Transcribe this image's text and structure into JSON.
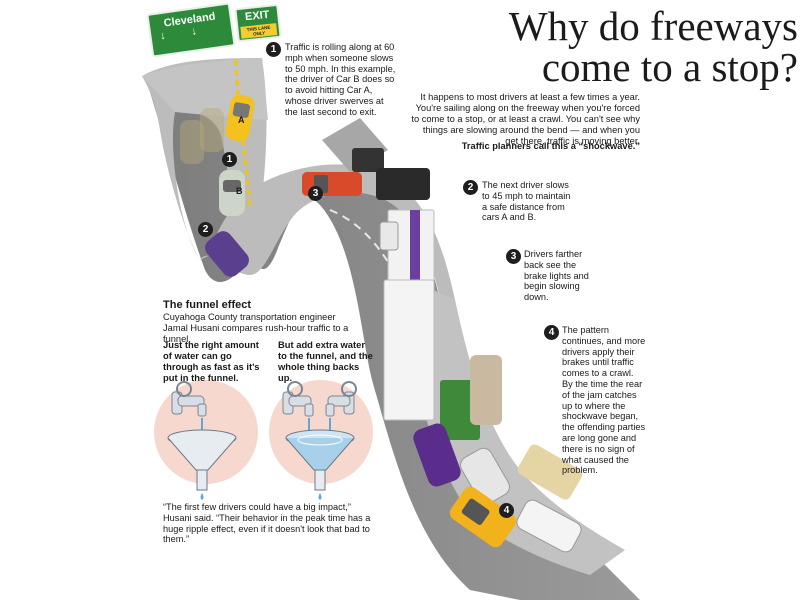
{
  "header": {
    "title": "Why do freeways\ncome to a stop?",
    "intro": "It happens to most drivers at least a few times a year. You're sailing along on the freeway when you're forced to come to a stop, or at least a crawl. You can't see why things are slowing around the bend — and when you get there, traffic is moving better.",
    "intro_bold": "Traffic planners call this a “shockwave.”"
  },
  "signs": {
    "cleveland": "Cleveland",
    "exit": "EXIT",
    "lane_only": "THIS LANE ONLY"
  },
  "steps": [
    {
      "number": "1",
      "text": "Traffic is rolling along at 60 mph when someone slows to 50 mph. In this example, the driver of Car B does so to avoid hitting Car A, whose driver swerves at the last second to exit."
    },
    {
      "number": "2",
      "text": "The next driver slows to 45 mph to maintain a safe distance from cars A and B."
    },
    {
      "number": "3",
      "text": "Drivers farther back see the brake lights and begin slowing down."
    },
    {
      "number": "4",
      "text": "The pattern continues, and more drivers apply their brakes until traffic comes to a crawl. By the time the rear of the jam catches up to where the shockwave began, the offending parties are long gone and there is no sign of what caused the problem."
    }
  ],
  "car_labels": {
    "a": "A",
    "b": "B"
  },
  "road_markers": [
    "1",
    "2",
    "3",
    "4"
  ],
  "funnel": {
    "title": "The funnel effect",
    "subtitle": "Cuyahoga County transportation engineer Jamal Husani compares rush-hour traffic to a funnel.",
    "left_caption": "Just the right amount of water can go through as fast as it's put in the funnel.",
    "right_caption": "But add extra water to the funnel, and the whole thing backs up.",
    "quote": "“The first few drivers could have a big impact,” Husani said. “Their behavior in the peak time has a huge ripple effect, even if it doesn't look that bad to them.”"
  },
  "colors": {
    "sign_green": "#2d8a3a",
    "road_gray": "#8f8f8f",
    "road_top": "#b7b7b7",
    "lane_yellow": "#f0c419",
    "funnel_pink": "#f6d8cf"
  }
}
